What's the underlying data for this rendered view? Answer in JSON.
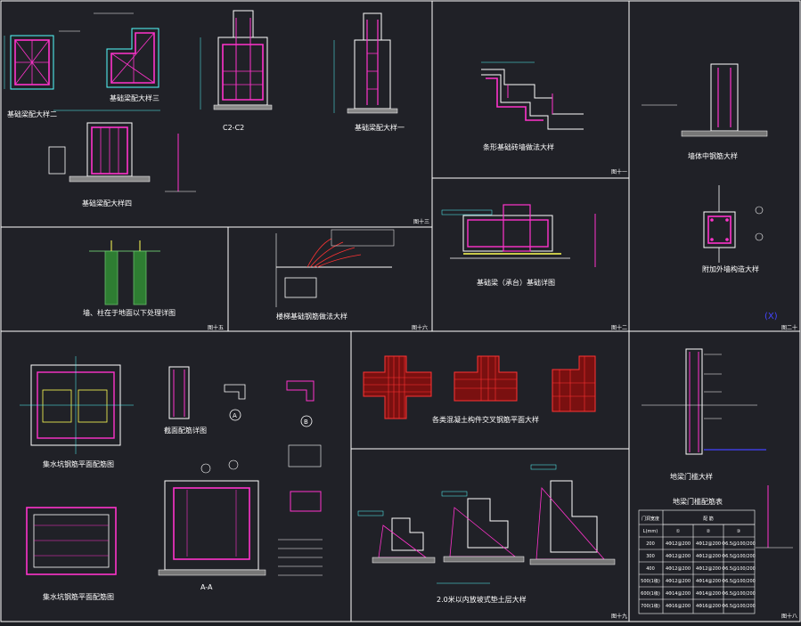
{
  "colors": {
    "background": "#202127",
    "frame": "#ffffff",
    "rebar": "#ff33cc",
    "concrete": "#ffffff",
    "dimension": "#55ffff",
    "hatch": "#ff3333",
    "accent_yellow": "#ffff55",
    "blue_mark": "#4444ff"
  },
  "panels": {
    "p1": {
      "titles": [
        "基础梁配大样二",
        "基础梁配大样三",
        "C2-C2",
        "基础梁配大样一",
        "基础梁配大样四"
      ],
      "sheet_tag": "图十三"
    },
    "p2": {
      "title": "条形基础砖墙做法大样",
      "sheet_tag": "图十一"
    },
    "p3": {
      "titles": [
        "墙体中钢筋大样",
        "附加外墙构造大样"
      ],
      "sheet_tag": "图二十",
      "mark": "(X)"
    },
    "p4": {
      "title": "墙、柱在于地面以下处理详图",
      "sheet_tag": "图十五"
    },
    "p5": {
      "title": "楼梯基础钢筋做法大样",
      "sheet_tag": "图十六"
    },
    "p6": {
      "title": "基础梁（承台）基础详图",
      "sheet_tag": "图十二"
    },
    "p7": {
      "titles": [
        "集水坑钢筋平面配筋图",
        "集水坑钢筋平面配筋图",
        "A-A",
        "截面配筋详图"
      ],
      "callouts": [
        "A",
        "B"
      ]
    },
    "p8": {
      "title": "各类混凝土构件交叉钢筋平面大样"
    },
    "p9": {
      "title": "2.0米以内放坡式垫土层大样",
      "sheet_tag": "图十九"
    },
    "p10": {
      "title": "地梁门槛配筋表",
      "upper_title": "地梁门槛大样",
      "sheet_tag": "图十八",
      "table": {
        "headers": [
          "门洞宽度",
          "配 筋"
        ],
        "subheaders": [
          "L(mm)",
          "①",
          "②",
          "③"
        ],
        "rows": [
          [
            "200",
            "4Φ12@200",
            "4Φ12@200",
            "Φ6.5@100/200"
          ],
          [
            "300",
            "4Φ12@200",
            "4Φ12@200",
            "Φ6.5@100/200"
          ],
          [
            "400",
            "4Φ12@200",
            "4Φ12@200",
            "Φ6.5@100/200"
          ],
          [
            "500(1级)",
            "4Φ12@200",
            "4Φ14@200",
            "Φ6.5@100/200"
          ],
          [
            "600(1级)",
            "4Φ14@200",
            "4Φ14@200",
            "Φ6.5@100/200"
          ],
          [
            "700(1级)",
            "4Φ16@200",
            "4Φ16@200",
            "Φ6.5@100/200"
          ]
        ]
      }
    }
  }
}
